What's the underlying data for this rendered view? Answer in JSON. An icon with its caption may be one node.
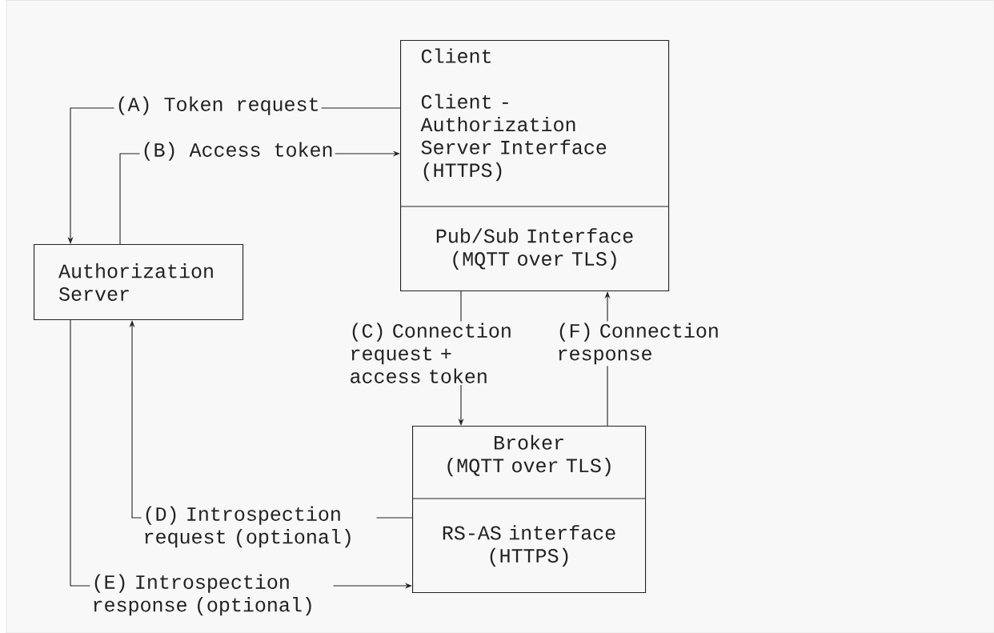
{
  "diagram": {
    "nodes": [
      {
        "text": [
          "Client"
        ]
      },
      {
        "text": [
          "Client - Authorization Server Interface (HTTPS)"
        ],
        "in": 0
      },
      {
        "text": [
          "Pub/Sub Interface (MQTT over TLS)"
        ],
        "in": 0
      },
      {
        "text": [
          "Authorization Server"
        ]
      },
      {
        "text": [
          "Broker",
          "(MQTT over TLS)"
        ]
      },
      {
        "text": [
          "RS-AS interface (HTTPS)"
        ],
        "in": 4
      }
    ],
    "edges": [
      {
        "from": 1,
        "to": 3,
        "arrow": "to",
        "label": "(A) Token request"
      },
      {
        "from": 3,
        "to": 1,
        "arrow": "to",
        "label": "(B) Access token"
      },
      {
        "from": 2,
        "to": 4,
        "arrow": "to",
        "label": "(C) Connection request + access token"
      },
      {
        "from": 4,
        "to": 2,
        "arrow": "to",
        "label": "(F) Connection response"
      },
      {
        "from": 5,
        "to": 3,
        "arrow": "to",
        "label": "(D) Introspection request (optional)"
      },
      {
        "from": 3,
        "to": 5,
        "arrow": "to",
        "label": "(E) Introspection response (optional)"
      }
    ]
  }
}
